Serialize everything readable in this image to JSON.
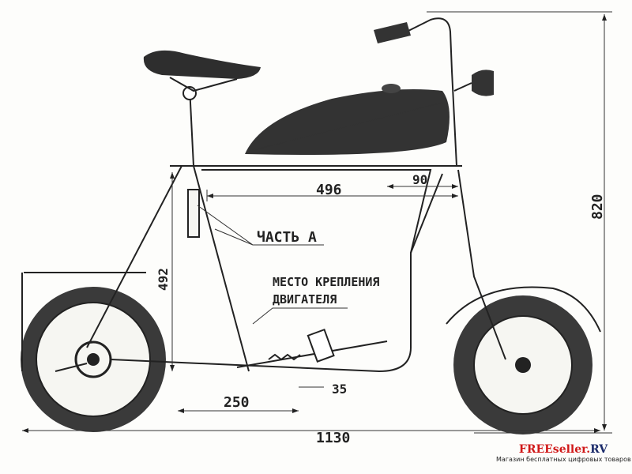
{
  "dimensions": {
    "top_tube": "496",
    "tank_offset": "90",
    "height": "820",
    "seat_height": "492",
    "mount_offset": "250",
    "mount_small": "35",
    "total_length": "1130"
  },
  "labels": {
    "part_a": "ЧАСТЬ А",
    "engine_mount_line1": "МЕСТО КРЕПЛЕНИЯ",
    "engine_mount_line2": "ДВИГАТЕЛЯ"
  },
  "watermark": {
    "brand_red": "FREEseller.",
    "brand_blue": "RV",
    "tagline": "Магазин бесплатных цифровых товаров"
  }
}
